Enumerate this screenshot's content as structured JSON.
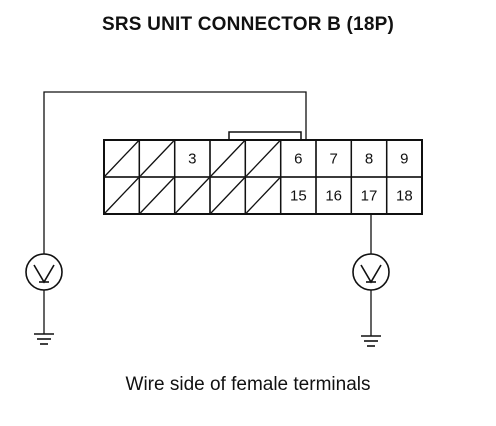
{
  "title": "SRS UNIT CONNECTOR B (18P)",
  "caption": "Wire side of female terminals",
  "connector": {
    "top_row": [
      "",
      "",
      "3",
      "",
      "",
      "6",
      "7",
      "8",
      "9"
    ],
    "bottom_row": [
      "",
      "",
      "",
      "",
      "",
      "15",
      "16",
      "17",
      "18"
    ]
  },
  "meter_icon": "voltmeter-icon",
  "ground_icon": "ground-icon",
  "colors": {
    "line": "#111111",
    "background": "#ffffff"
  }
}
